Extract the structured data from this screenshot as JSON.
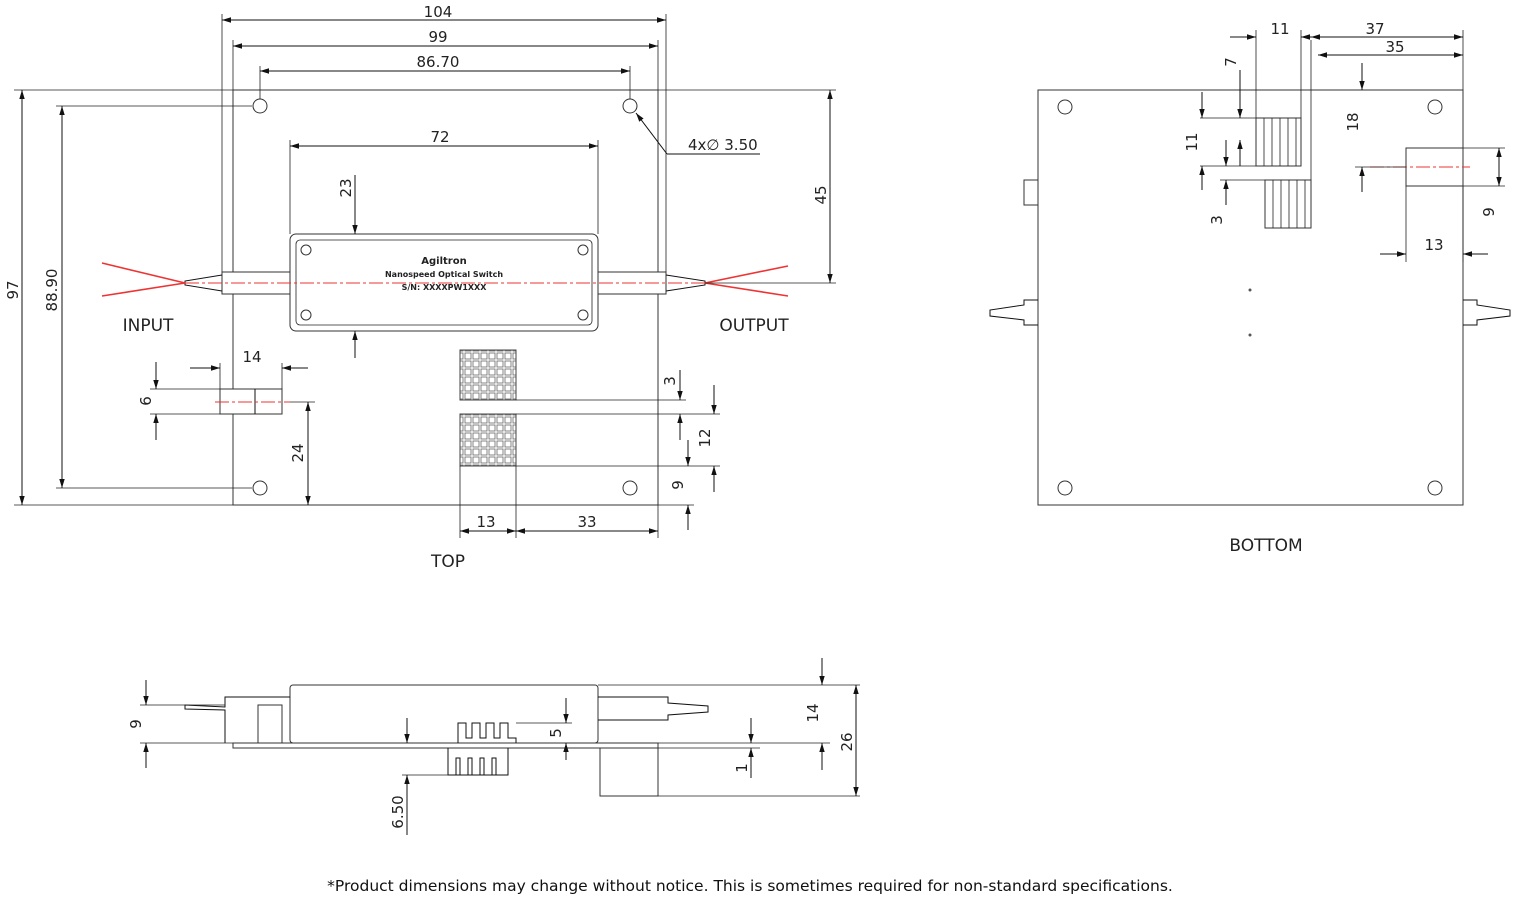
{
  "views": {
    "top": "TOP",
    "bottom": "BOTTOM"
  },
  "labels": {
    "input": "INPUT",
    "output": "OUTPUT"
  },
  "device": {
    "brand": "Agiltron",
    "product": "Nanospeed Optical Switch",
    "serial": "S/N: XXXXPW1XXX"
  },
  "top_dims": {
    "width_overall": "104",
    "width_plate": "99",
    "hole_spacing_x": "86.70",
    "switch_length": "72",
    "switch_offset": "23",
    "hole_note": "4x∅ 3.50",
    "height_overall": "97",
    "hole_spacing_y": "88.90",
    "fiber_height": "45",
    "connector_width": "14",
    "connector_height": "6",
    "connector_offset": "24",
    "gap": "3",
    "chip_height": "12",
    "chip_offset": "9",
    "chip_width": "13",
    "chip_to_edge": "33"
  },
  "bottom_dims": {
    "pin_width": "11",
    "offset_37": "37",
    "offset_35": "35",
    "offset_7": "7",
    "pin_height": "11",
    "pin_gap": "3",
    "offset_18": "18",
    "block_height": "9",
    "block_width": "13"
  },
  "side_dims": {
    "height_9": "9",
    "height_14": "14",
    "height_26": "26",
    "height_5": "5",
    "thickness_1": "1",
    "height_6_50": "6.50"
  },
  "footnote": "*Product dimensions may change without notice. This is sometimes required for non-standard specifications."
}
